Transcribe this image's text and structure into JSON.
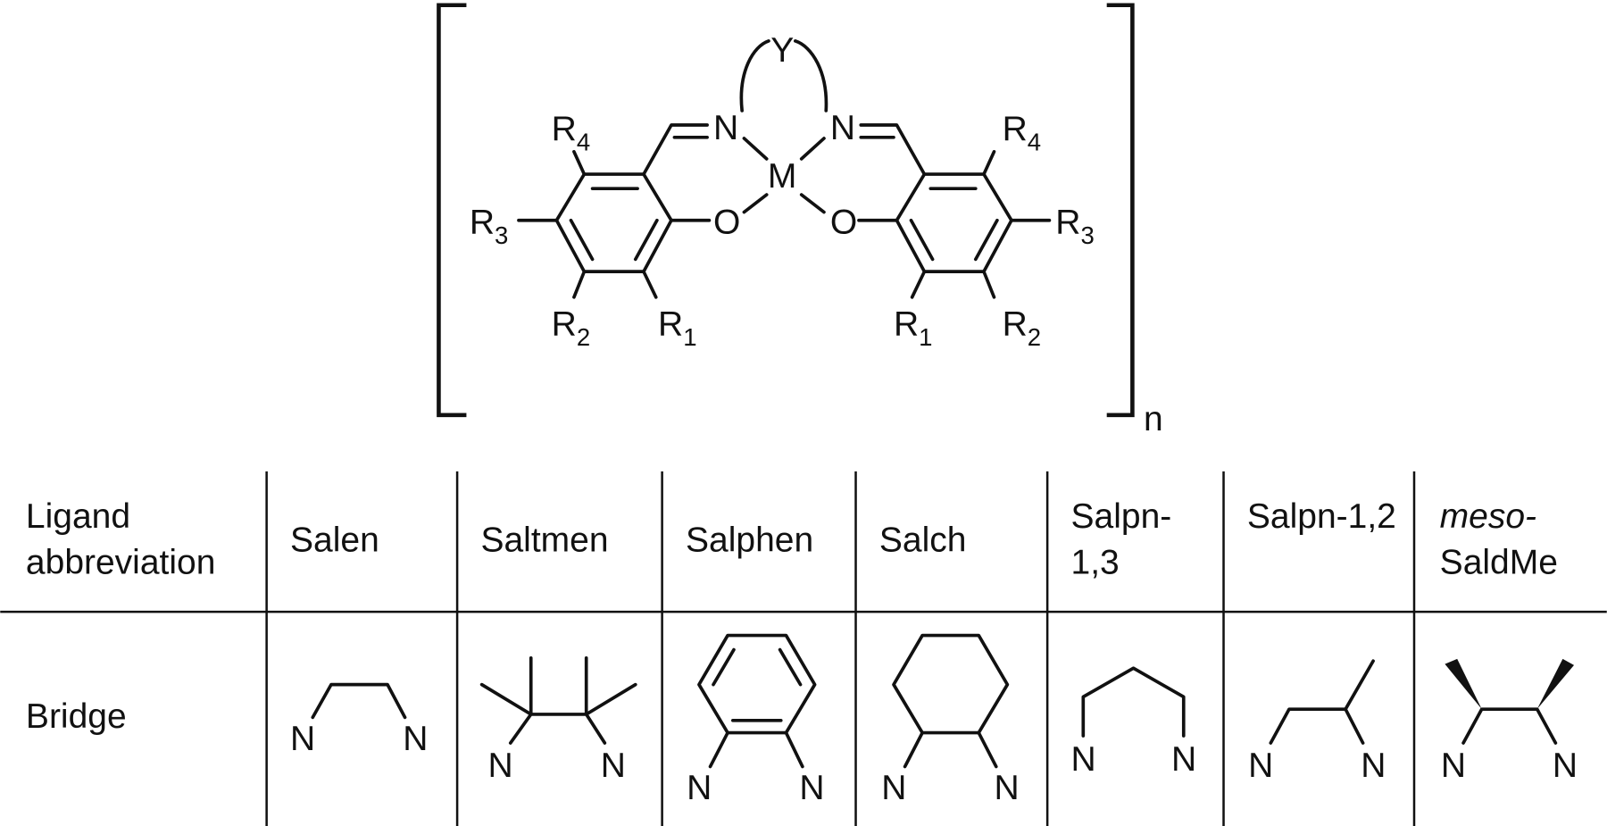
{
  "structure": {
    "metal": "M",
    "bridge_label": "Y",
    "repeat": "n",
    "nitrogen": "N",
    "oxygen": "O",
    "substituents": [
      {
        "main": "R",
        "sub": "1"
      },
      {
        "main": "R",
        "sub": "2"
      },
      {
        "main": "R",
        "sub": "3"
      },
      {
        "main": "R",
        "sub": "4"
      }
    ]
  },
  "table": {
    "row_headers": {
      "ligand_line1": "Ligand",
      "ligand_line2": "abbreviation",
      "bridge": "Bridge"
    },
    "ligands": [
      {
        "line1": "Salen",
        "line2": ""
      },
      {
        "line1": "Saltmen",
        "line2": ""
      },
      {
        "line1": "Salphen",
        "line2": ""
      },
      {
        "line1": "Salch",
        "line2": ""
      },
      {
        "line1": "Salpn-",
        "line2": "1,3"
      },
      {
        "line1": "Salpn-1,2",
        "line2": ""
      },
      {
        "line1": "meso-",
        "line2": "SaldMe"
      }
    ],
    "bridge_atom": "N"
  }
}
